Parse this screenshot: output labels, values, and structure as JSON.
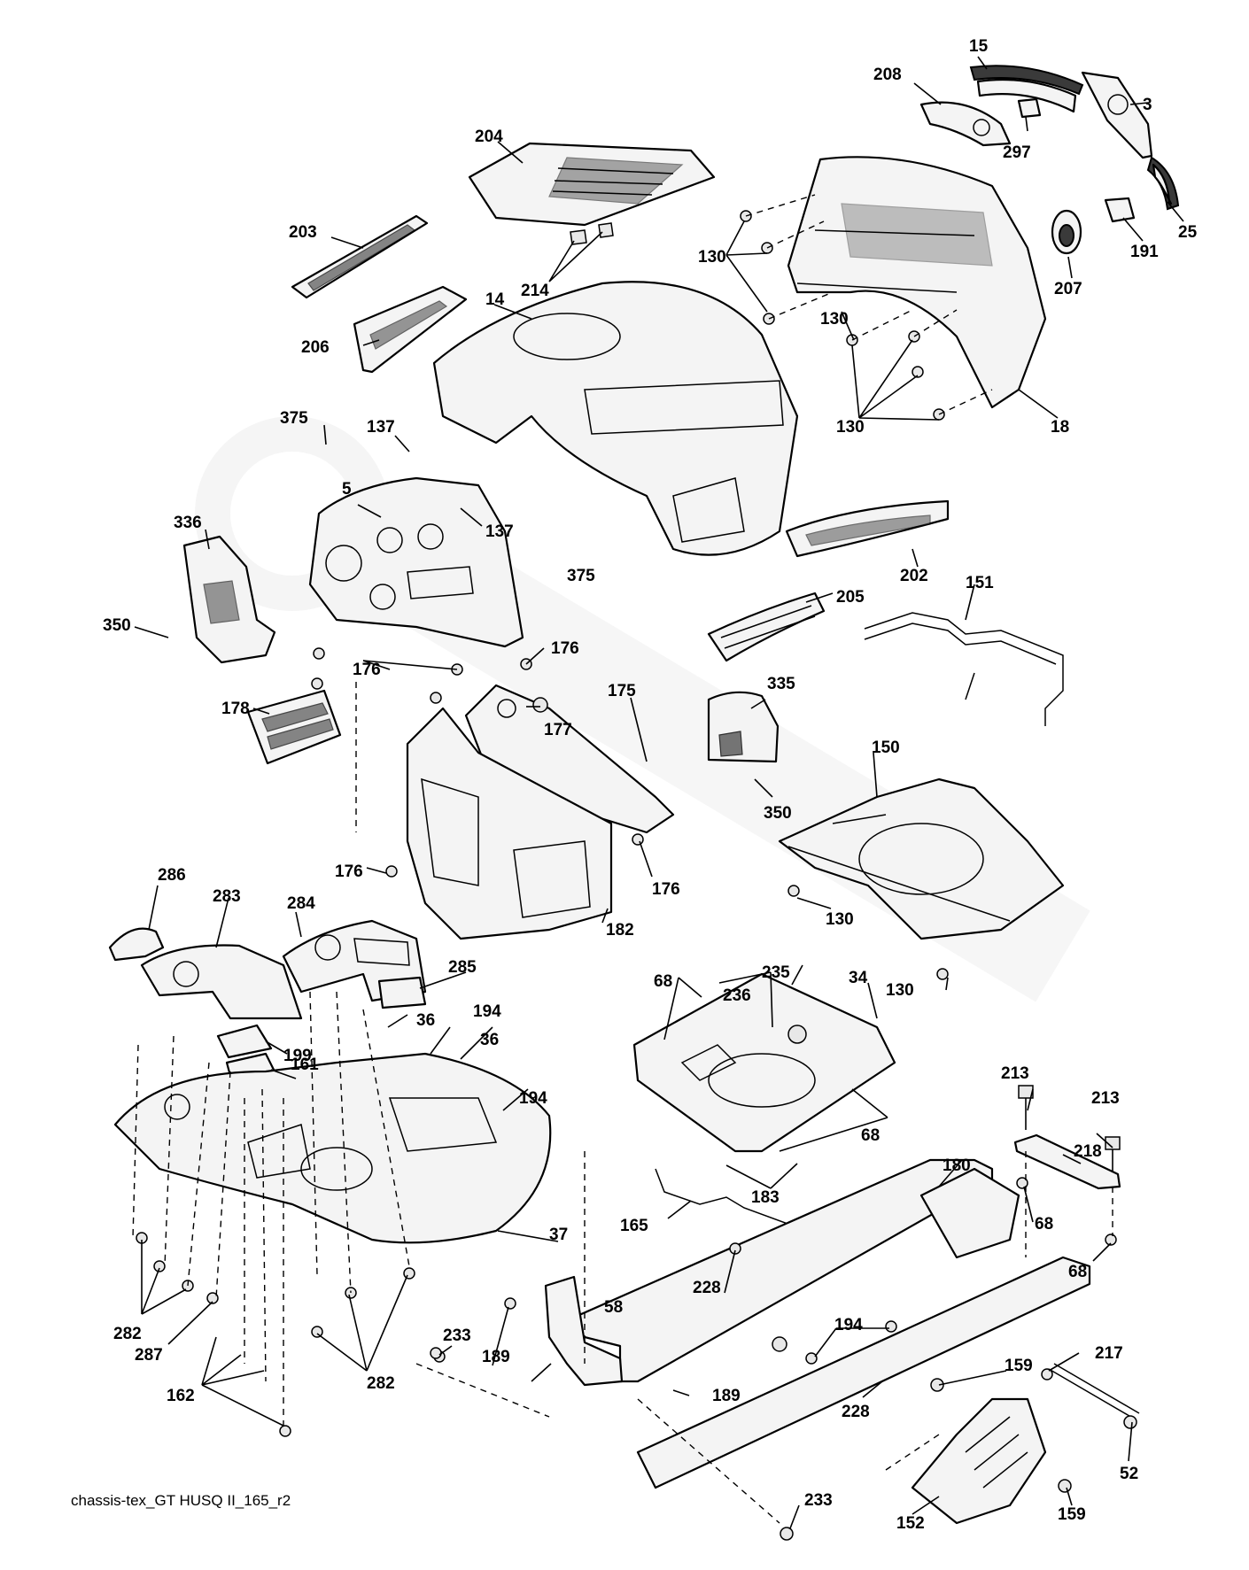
{
  "caption": "chassis-tex_GT HUSQ II_165_r2",
  "callouts": {
    "c15": "15",
    "c208": "208",
    "c3": "3",
    "c297": "297",
    "c25": "25",
    "c191": "191",
    "c207": "207",
    "c204": "204",
    "c203": "203",
    "c214": "214",
    "c14": "14",
    "c206": "206",
    "c130a": "130",
    "c130b": "130",
    "c130c": "130",
    "c130d": "130",
    "c130e": "130",
    "c18": "18",
    "c375a": "375",
    "c375b": "375",
    "c137a": "137",
    "c137b": "137",
    "c5": "5",
    "c336": "336",
    "c350a": "350",
    "c350b": "350",
    "c202": "202",
    "c205": "205",
    "c151": "151",
    "c176a": "176",
    "c176b": "176",
    "c176c": "176",
    "c176d": "176",
    "c178": "178",
    "c175": "175",
    "c177": "177",
    "c335": "335",
    "c150": "150",
    "c182": "182",
    "c286": "286",
    "c283": "283",
    "c284": "284",
    "c285": "285",
    "c36a": "36",
    "c36b": "36",
    "c194a": "194",
    "c194b": "194",
    "c194c": "194",
    "c199": "199",
    "c161": "161",
    "c68a": "68",
    "c68b": "68",
    "c68c": "68",
    "c68d": "68",
    "c235": "235",
    "c236": "236",
    "c34": "34",
    "c183": "183",
    "c165": "165",
    "c213a": "213",
    "c213b": "213",
    "c218": "218",
    "c180": "180",
    "c37": "37",
    "c282a": "282",
    "c282b": "282",
    "c287": "287",
    "c162": "162",
    "c228a": "228",
    "c228b": "228",
    "c58": "58",
    "c233a": "233",
    "c233b": "233",
    "c189a": "189",
    "c189b": "189",
    "c159a": "159",
    "c159b": "159",
    "c217": "217",
    "c52": "52",
    "c152": "152"
  }
}
